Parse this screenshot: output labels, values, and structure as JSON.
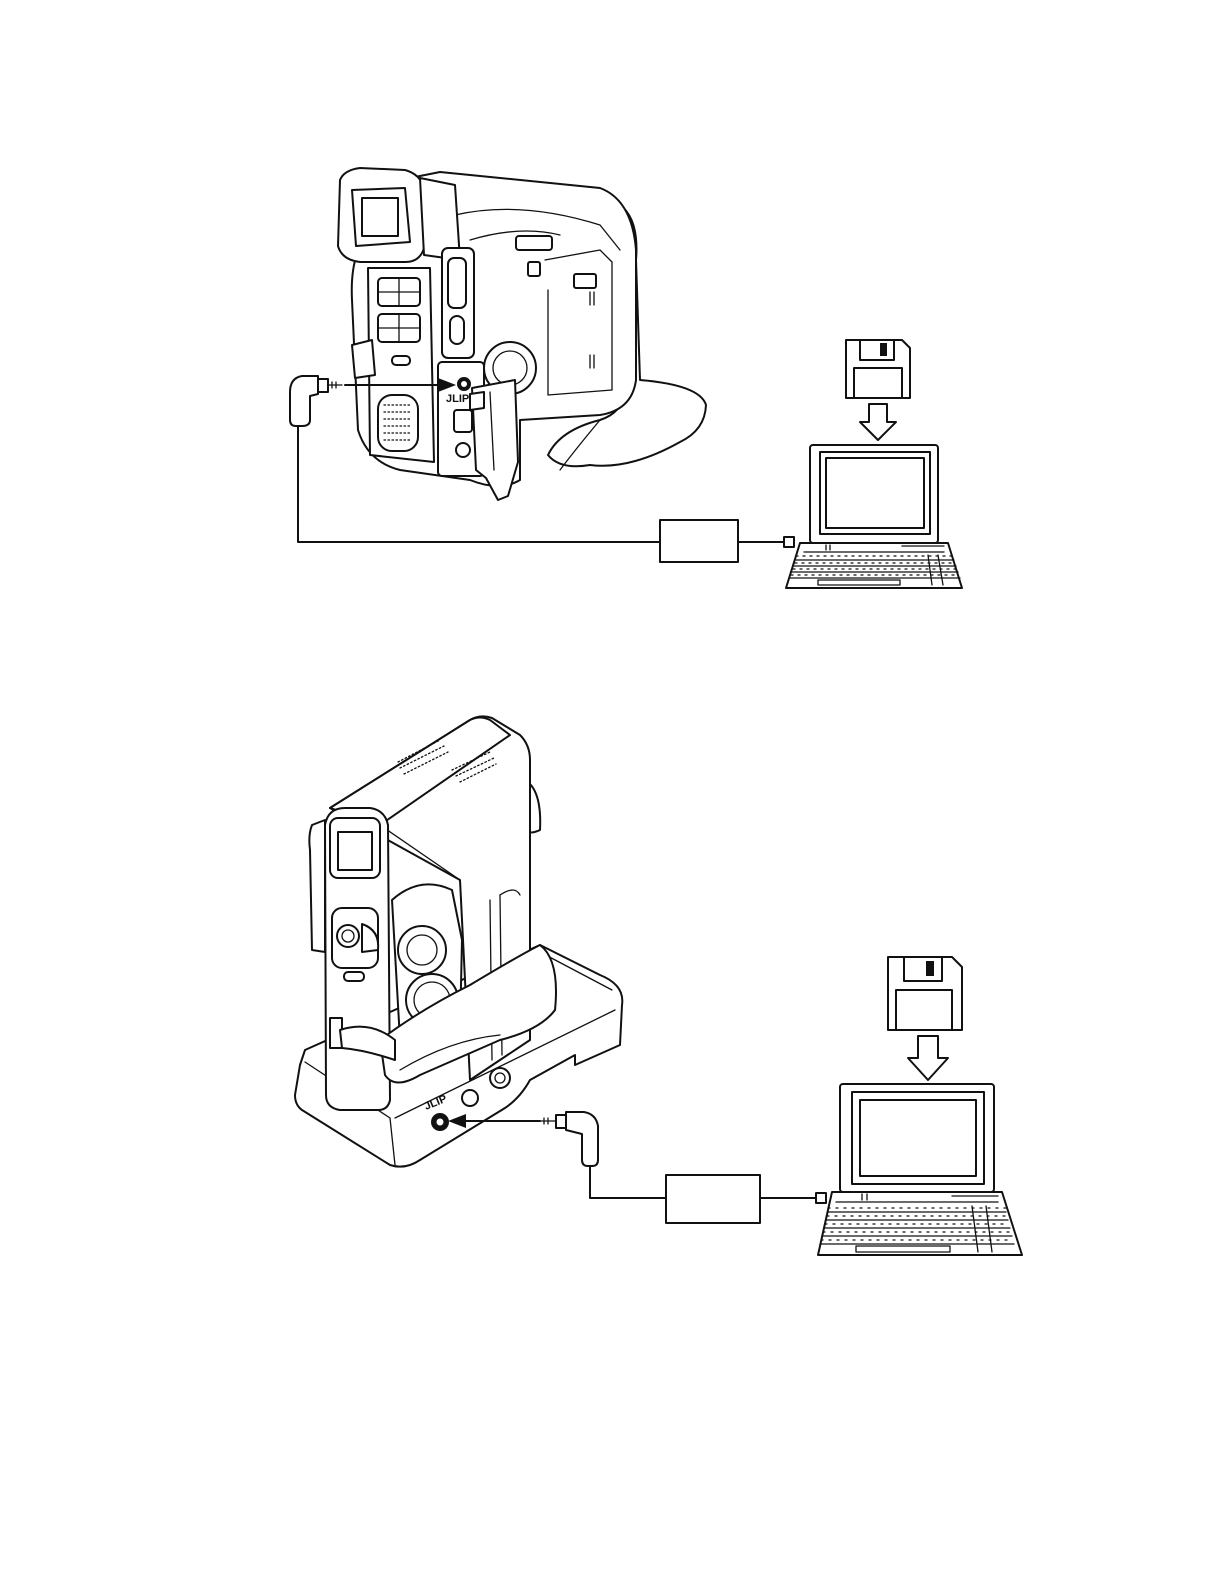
{
  "diagram": {
    "colors": {
      "line": "#111111",
      "background": "#ffffff"
    },
    "figures": [
      {
        "id": "camcorder-direct",
        "port_label": "JLIP",
        "icons": [
          "camcorder-icon",
          "jlip-jack-icon",
          "jlip-plug-icon",
          "interface-box-icon",
          "laptop-icon",
          "floppy-disk-icon",
          "down-arrow-icon"
        ]
      },
      {
        "id": "camcorder-on-dock",
        "port_label": "JLIP",
        "icons": [
          "camcorder-icon",
          "docking-station-icon",
          "jlip-jack-icon",
          "jlip-plug-icon",
          "interface-box-icon",
          "laptop-icon",
          "floppy-disk-icon",
          "down-arrow-icon"
        ]
      }
    ]
  }
}
